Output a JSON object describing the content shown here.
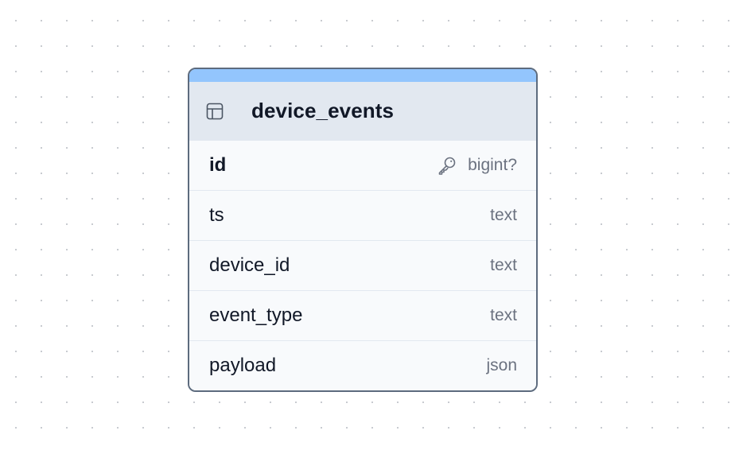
{
  "table": {
    "name": "device_events",
    "icon": "table-icon",
    "accent_color": "#93c5fd",
    "header_color": "#e2e8f0",
    "border_color": "#5d6b7e",
    "columns": [
      {
        "name": "id",
        "type": "bigint?",
        "primary_key": true,
        "icon": "key-icon"
      },
      {
        "name": "ts",
        "type": "text",
        "primary_key": false
      },
      {
        "name": "device_id",
        "type": "text",
        "primary_key": false
      },
      {
        "name": "event_type",
        "type": "text",
        "primary_key": false
      },
      {
        "name": "payload",
        "type": "json",
        "primary_key": false
      }
    ]
  }
}
